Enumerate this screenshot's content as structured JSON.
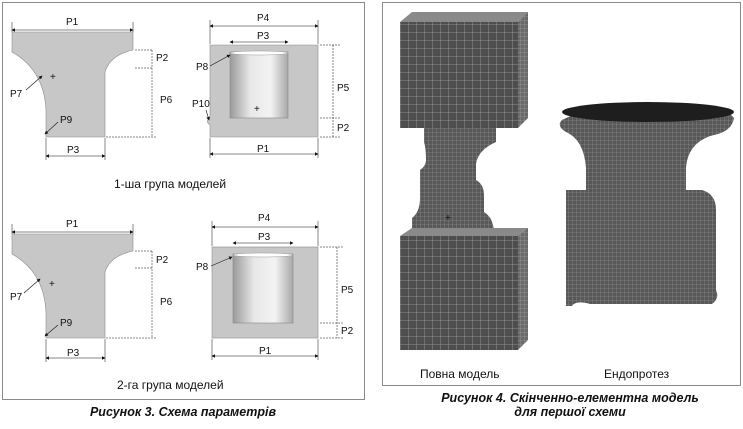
{
  "figure3": {
    "caption": "Рисунок 3. Схема параметрів",
    "group1_label": "1-ша група моделей",
    "group2_label": "2-га група моделей",
    "params": {
      "p1": "P1",
      "p2": "P2",
      "p3": "P3",
      "p4": "P4",
      "p5": "P5",
      "p6": "P6",
      "p7": "P7",
      "p8": "P8",
      "p9": "P9",
      "p10": "P10"
    }
  },
  "figure4": {
    "caption_line1": "Рисунок 4. Скінченно-елементна модель",
    "caption_line2": "для першої схеми",
    "label_full": "Повна модель",
    "label_endo": "Ендопротез"
  },
  "colors": {
    "part_gray": "#c7c7c7",
    "mesh_dark": "#4a4a4a",
    "mesh_line": "#9a9a9a"
  }
}
